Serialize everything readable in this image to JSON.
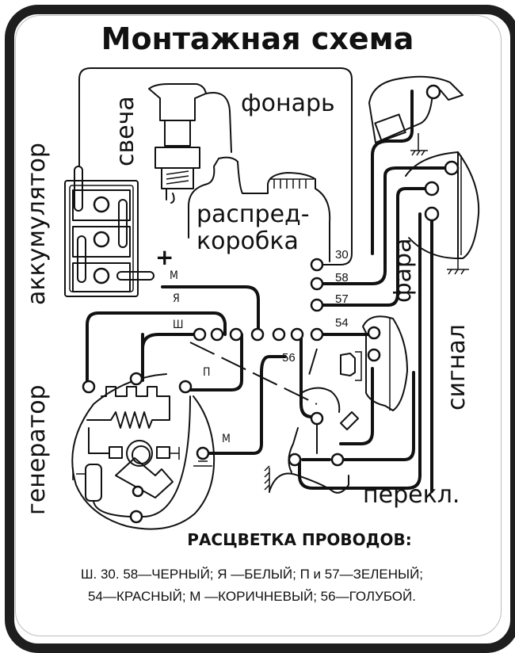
{
  "title": "Монтажная схема",
  "components": {
    "battery": "аккумулятор",
    "spark_plug": "свеча",
    "tail_lamp": "фонарь",
    "junction_box_line1": "распред-",
    "junction_box_line2": "коробка",
    "headlamp": "фара",
    "horn": "сигнал",
    "generator": "генератор",
    "switch": "перекл."
  },
  "terminals": {
    "plus": "+",
    "m_battery": "М",
    "ya": "Я",
    "sh": "Ш",
    "p": "П",
    "m_generator": "М",
    "t30": "30",
    "t58": "58",
    "t57": "57",
    "t54": "54",
    "t56": "56"
  },
  "legend": {
    "heading": "РАСЦВЕТКА ПРОВОДОВ:",
    "line1": "Ш. 30. 58—ЧЕРНЫЙ;  Я —БЕЛЫЙ;  П и 57—ЗЕЛЕНЫЙ;",
    "line2": "54—КРАСНЫЙ;  М —КОРИЧНЕВЫЙ;  56—ГОЛУБОЙ."
  },
  "wire_colors": {
    "Ш": "черный",
    "30": "черный",
    "58": "черный",
    "Я": "белый",
    "П": "зеленый",
    "57": "зеленый",
    "54": "красный",
    "М": "коричневый",
    "56": "голубой"
  }
}
